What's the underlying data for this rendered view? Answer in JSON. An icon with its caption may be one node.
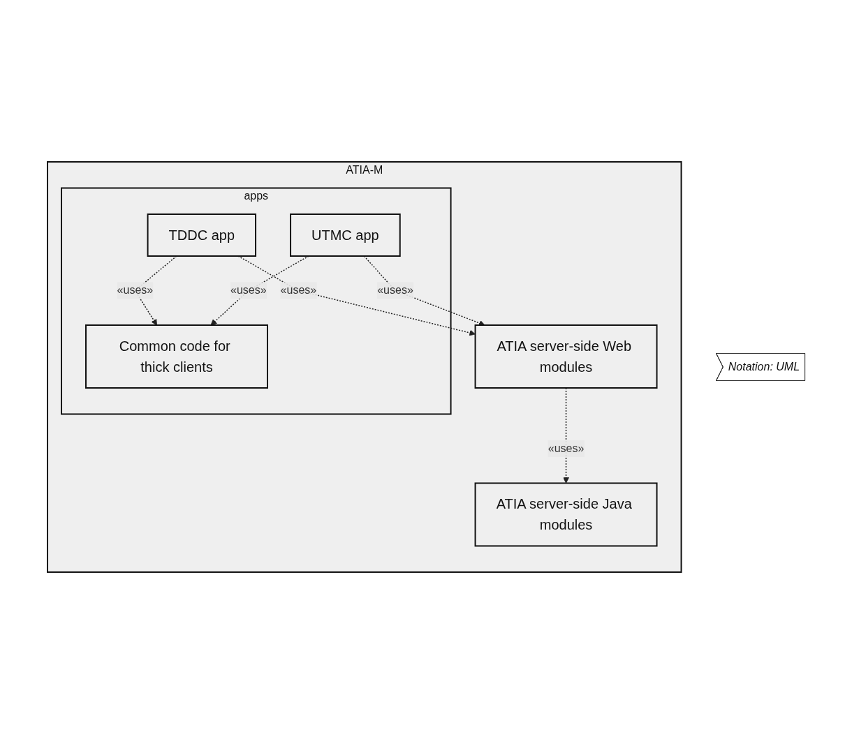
{
  "diagram": {
    "nodes": [
      {
        "text": [
          "ATIA-M"
        ]
      },
      {
        "text": [
          "apps"
        ],
        "in": 0
      },
      {
        "text": [
          "Common code for thick clients"
        ],
        "in": 1
      },
      {
        "text": [
          "TDDC app"
        ],
        "in": 1
      },
      {
        "text": [
          "UTMC app"
        ],
        "in": 1
      },
      {
        "text": [
          "ATIA server-side Web modules"
        ],
        "in": 0
      },
      {
        "text": [
          "ATIA server-side Java modules"
        ],
        "in": 0
      },
      {
        "text": [
          "Notation: UML"
        ]
      }
    ],
    "edges": [
      {
        "from": 3,
        "to": 2,
        "arrow": "to",
        "label": "«uses»",
        "style": "dashed"
      },
      {
        "from": 4,
        "to": 2,
        "arrow": "to",
        "label": "«uses»",
        "style": "dashed"
      },
      {
        "from": 3,
        "to": 5,
        "arrow": "to",
        "label": "«uses»",
        "style": "dashed"
      },
      {
        "from": 4,
        "to": 5,
        "arrow": "to",
        "label": "«uses»",
        "style": "dashed"
      },
      {
        "from": 5,
        "to": 6,
        "arrow": "to",
        "label": "«uses»",
        "style": "dashed"
      }
    ]
  }
}
